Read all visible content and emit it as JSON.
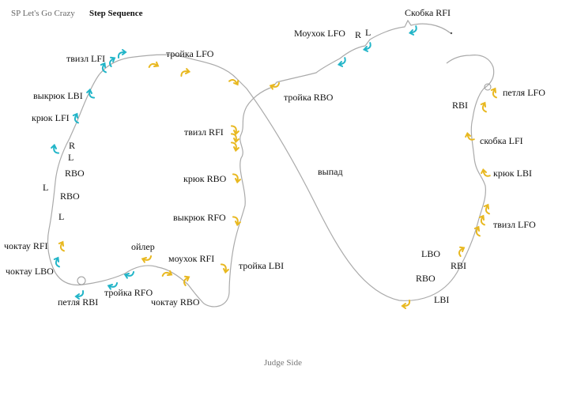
{
  "header": {
    "program": "SP Let's Go Crazy",
    "title": "Step Sequence"
  },
  "footer": {
    "judge_side": "Judge Side"
  },
  "colors": {
    "line": "#aaaaaa",
    "left_foot_arrows": "#22b5c8",
    "right_foot_arrows": "#e8b820"
  },
  "labels": {
    "tvizl_lfi": "твизл LFI",
    "troika_lfo": "тройка LFO",
    "vykryuk_lbi": "выкрюк LBI",
    "kryuk_lfi": "крюк LFI",
    "r1": "R",
    "l1": "L",
    "rbo1": "RBO",
    "l2": "L",
    "rbo2": "RBO",
    "l3": "L",
    "choktau_rfi": "чоктау RFI",
    "choktau_lbo": "чоктау LBO",
    "petlya_rbi": "петля RBI",
    "troika_rfo": "тройка RFO",
    "oiler": "ойлер",
    "mohawk_rfi": "моухок RFI",
    "choktau_rbo": "чоктау RBO",
    "tvizl_rfi": "твизл RFI",
    "kryuk_rbo": "крюк RBO",
    "vykryuk_rfo": "выкрюк RFO",
    "troika_lbi": "тройка LBI",
    "troika_rbo": "тройка RBO",
    "mohawk_lfo": "Моухок LFO",
    "r2": "R",
    "l4": "L",
    "skobka_rfi": "Скобка RFI",
    "vypad": "выпад",
    "petlya_lfo": "петля LFO",
    "rbi1": "RBI",
    "skobka_lfi": "скобка LFI",
    "kryuk_lbi": "крюк LBI",
    "tvizl_lfo": "твизл LFO",
    "lbo": "LBO",
    "rbi2": "RBI",
    "rbo3": "RBO",
    "lbi": "LBI"
  }
}
